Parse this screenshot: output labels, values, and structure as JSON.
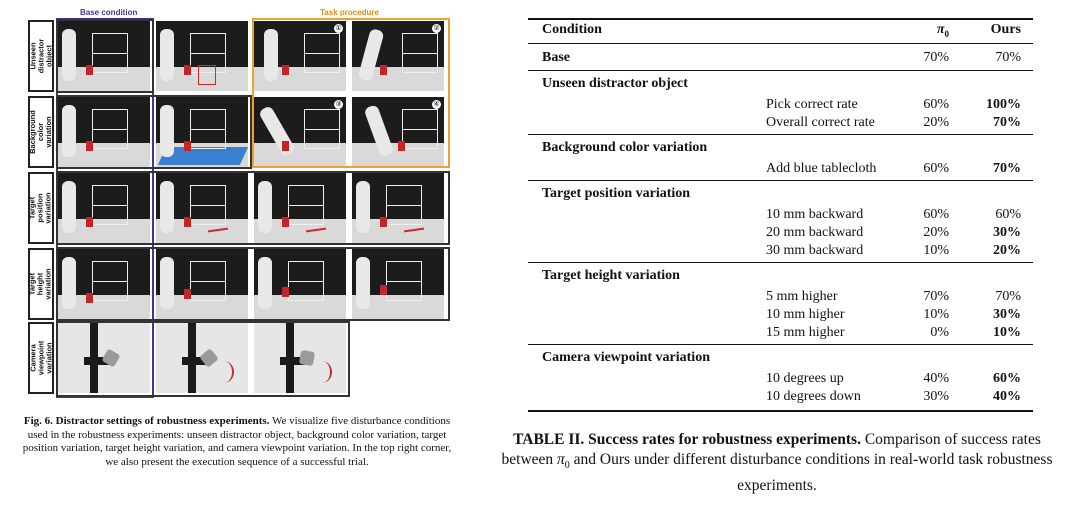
{
  "figure": {
    "header_base": "Base condition",
    "header_task": "Task procedure",
    "row_labels": [
      "Unseen\ndistractor object",
      "Background color\nvariation",
      "Target position\nvariation",
      "Target height\nvariation",
      "Camera viewpoint\nvariation"
    ],
    "step_numbers": [
      "①",
      "②",
      "③",
      "④"
    ],
    "caption_bold": "Fig. 6. Distractor settings of robustness experiments.",
    "caption_rest": " We visualize five disturbance conditions used in the robustness experiments: unseen distractor object, background color variation, target position variation, target height variation, and camera viewpoint variation. In the top right corner, we also present the execution sequence of a successful trial.",
    "colors": {
      "base_frame": "#3a3a9a",
      "task_frame": "#f0a030",
      "highlight": "#d02828"
    }
  },
  "table": {
    "headers": {
      "condition": "Condition",
      "pi0": "π",
      "pi0_sub": "0",
      "ours": "Ours"
    },
    "base": {
      "label": "Base",
      "pi0": "70%",
      "ours": "70%"
    },
    "groups": [
      {
        "name": "Unseen distractor object",
        "rows": [
          {
            "label": "Pick correct rate",
            "pi0": "60%",
            "ours": "100%",
            "ours_bold": true
          },
          {
            "label": "Overall correct rate",
            "pi0": "20%",
            "ours": "70%",
            "ours_bold": true
          }
        ]
      },
      {
        "name": "Background color variation",
        "rows": [
          {
            "label": "Add blue tablecloth",
            "pi0": "60%",
            "ours": "70%",
            "ours_bold": true
          }
        ]
      },
      {
        "name": "Target position variation",
        "rows": [
          {
            "label": "10 mm backward",
            "pi0": "60%",
            "ours": "60%",
            "ours_bold": false
          },
          {
            "label": "20 mm backward",
            "pi0": "20%",
            "ours": "30%",
            "ours_bold": true
          },
          {
            "label": "30 mm backward",
            "pi0": "10%",
            "ours": "20%",
            "ours_bold": true
          }
        ]
      },
      {
        "name": "Target height variation",
        "rows": [
          {
            "label": "5 mm higher",
            "pi0": "70%",
            "ours": "70%",
            "ours_bold": false
          },
          {
            "label": "10 mm higher",
            "pi0": "10%",
            "ours": "30%",
            "ours_bold": true
          },
          {
            "label": "15 mm higher",
            "pi0": "0%",
            "ours": "10%",
            "ours_bold": true
          }
        ]
      },
      {
        "name": "Camera viewpoint variation",
        "rows": [
          {
            "label": "10 degrees up",
            "pi0": "40%",
            "ours": "60%",
            "ours_bold": true
          },
          {
            "label": "10 degrees down",
            "pi0": "30%",
            "ours": "40%",
            "ours_bold": true
          }
        ]
      }
    ],
    "caption_bold": "TABLE II. Success rates for robustness experiments.",
    "caption_rest_1": " Comparison of success rates between ",
    "caption_pi": "π",
    "caption_pi_sub": "0",
    "caption_rest_2": " and Ours under different disturbance conditions in real-world task robustness experiments."
  }
}
